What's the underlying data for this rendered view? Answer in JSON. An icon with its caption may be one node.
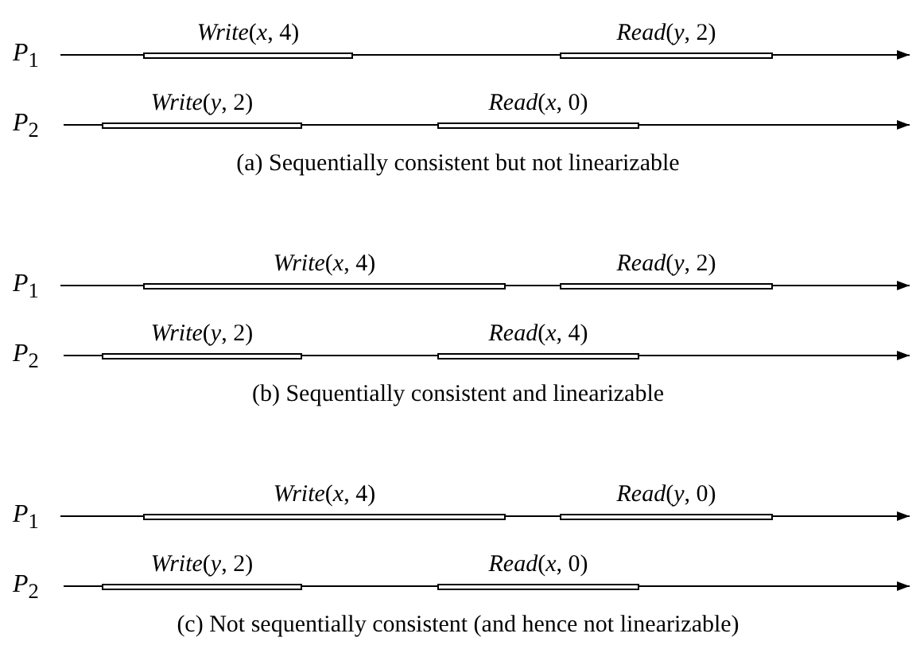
{
  "diagram": {
    "nodes": [
      {
        "text": [
          "*Write*(*x*, 4)"
        ]
      },
      {
        "text": [
          "*Read*(*y*, 2)"
        ]
      },
      {
        "text": [
          "*Write*(*y*, 2)"
        ]
      },
      {
        "text": [
          "*Read*(*x*, 0)"
        ]
      },
      {
        "text": [
          "*Write*(*x*, 4)"
        ]
      },
      {
        "text": [
          "*Read*(*y*, 2)"
        ]
      },
      {
        "text": [
          "*Write*(*y*, 2)"
        ]
      },
      {
        "text": [
          "*Read*(*x*, 4)"
        ]
      },
      {
        "text": [
          "*Write*(*x*, 4)"
        ]
      },
      {
        "text": [
          "*Read*(*y*, 0)"
        ]
      },
      {
        "text": [
          "*Write*(*y*, 2)"
        ]
      },
      {
        "text": [
          "*Read*(*x*, 0)"
        ]
      }
    ],
    "edges": [],
    "labels": [
      "*P*$_{1}$",
      "*P*$_{2}$",
      "(a) Sequentially consistent but not linearizable",
      "*P*$_{1}$",
      "*P*$_{2}$",
      "(b) Sequentially consistent and linearizable",
      "*P*$_{1}$",
      "*P*$_{2}$",
      "(c) Not sequentially consistent (and hence not linearizable)"
    ]
  }
}
